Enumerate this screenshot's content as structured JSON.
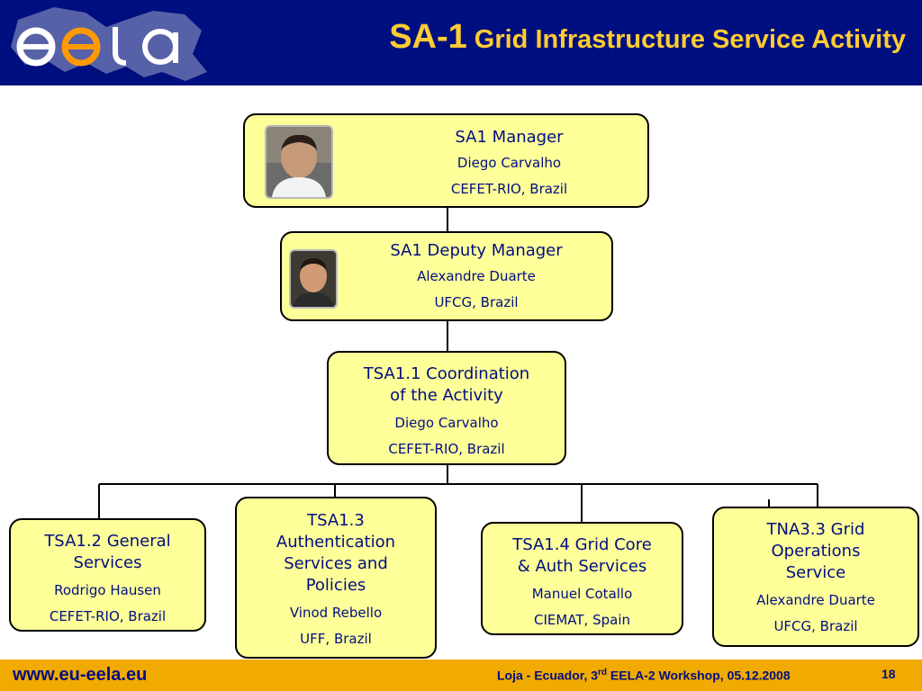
{
  "header": {
    "logo_text": "eela",
    "title_code": "SA-1",
    "title_text": "Grid Infrastructure Service Activity"
  },
  "colors": {
    "header_bg": "#000f80",
    "title": "#ffcc33",
    "box_fill": "#ffff99",
    "box_text": "#000f80",
    "footer_bg": "#f0aa00"
  },
  "org_chart": {
    "manager": {
      "role": "SA1 Manager",
      "person": "Diego Carvalho",
      "org": "CEFET-RIO, Brazil"
    },
    "deputy": {
      "role": "SA1 Deputy Manager",
      "person": "Alexandre Duarte",
      "org": "UFCG, Brazil"
    },
    "coordination": {
      "role_line1": "TSA1.1 Coordination",
      "role_line2": "of the Activity",
      "person": "Diego Carvalho",
      "org": "CEFET-RIO, Brazil"
    },
    "tasks": [
      {
        "role_lines": [
          "TSA1.2 General",
          "Services"
        ],
        "person": "Rodrigo Hausen",
        "org": "CEFET-RIO, Brazil"
      },
      {
        "role_lines": [
          "TSA1.3",
          "Authentication",
          "Services and",
          "Policies"
        ],
        "person": "Vinod Rebello",
        "org": "UFF, Brazil"
      },
      {
        "role_lines": [
          "TSA1.4 Grid Core",
          "& Auth Services"
        ],
        "person": "Manuel Cotallo",
        "org": "CIEMAT, Spain"
      },
      {
        "role_lines": [
          "TNA3.3 Grid",
          "Operations",
          "Service"
        ],
        "person": "Alexandre Duarte",
        "org": "UFCG, Brazil"
      }
    ]
  },
  "footer": {
    "url": "www.eu-eela.eu",
    "event_prefix": "Loja - Ecuador, 3",
    "event_sup": "rd",
    "event_suffix": " EELA-2 Workshop, 05.12.2008",
    "page_number": "18"
  }
}
